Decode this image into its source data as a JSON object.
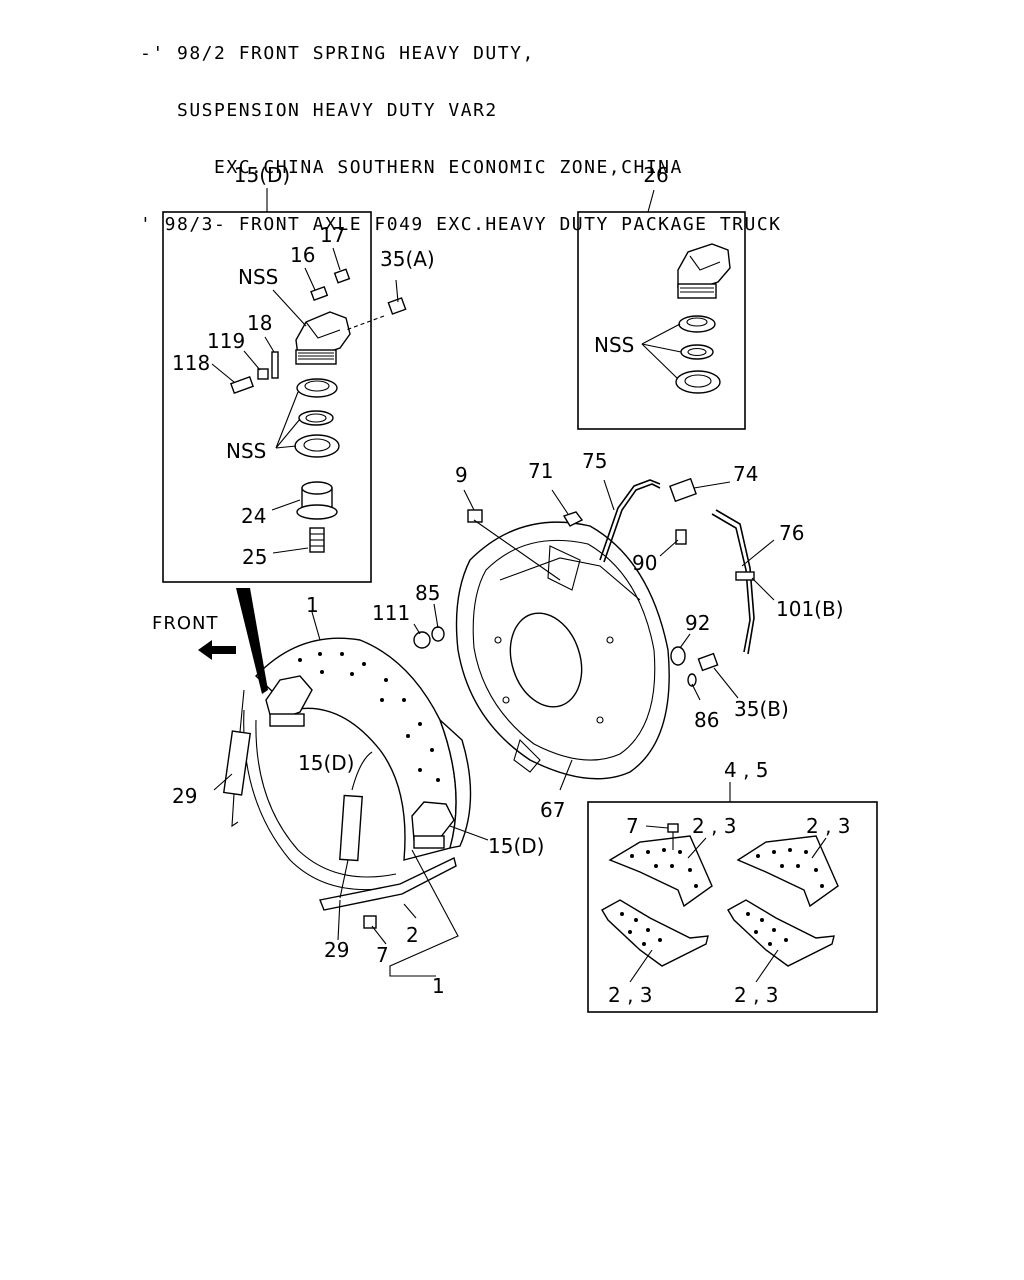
{
  "header": {
    "line1": "-' 98/2 FRONT SPRING HEAVY DUTY,",
    "line2": "   SUSPENSION HEAVY DUTY VAR2",
    "line3": "      EXC.CHINA SOUTHERN ECONOMIC ZONE,CHINA",
    "line4": "' 98/3- FRONT AXLE F049 EXC.HEAVY DUTY PACKAGE TRUCK"
  },
  "direction": {
    "front": "FRONT"
  },
  "box_wheel_cylinder": {
    "title": "15(D)",
    "labels": {
      "p16": "16",
      "p17": "17",
      "nss_top": "NSS",
      "p18": "18",
      "p119": "119",
      "p118": "118",
      "nss_mid": "NSS",
      "p24": "24",
      "p25": "25"
    }
  },
  "box_26": {
    "title": "26",
    "nss": "NSS"
  },
  "box_linings": {
    "title": "4 , 5",
    "labels": {
      "p7": "7",
      "shoe_left_top": "2 , 3",
      "shoe_right_top": "2 , 3",
      "shoe_left_bottom": "2 , 3",
      "shoe_right_bottom": "2 , 3"
    }
  },
  "callouts": {
    "p35a": "35(A)",
    "p9": "9",
    "p71": "71",
    "p75": "75",
    "p74": "74",
    "p76": "76",
    "p90": "90",
    "p101b": "101(B)",
    "p1_top": "1",
    "p111": "111",
    "p85": "85",
    "p92": "92",
    "p86": "86",
    "p35b": "35(B)",
    "p15d_mid": "15(D)",
    "p15d_right": "15(D)",
    "p29_left": "29",
    "p67": "67",
    "p29_bottom": "29",
    "p7": "7",
    "p2": "2",
    "p1_bottom": "1"
  }
}
